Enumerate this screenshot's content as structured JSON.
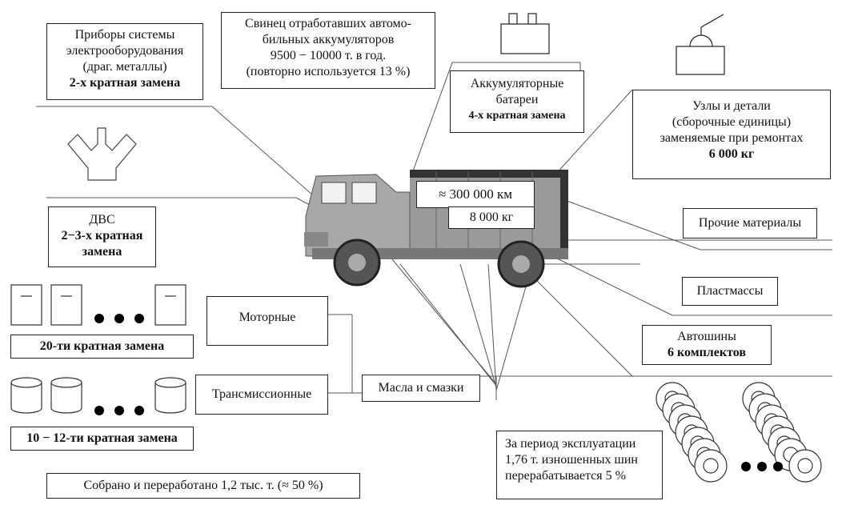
{
  "boxes": {
    "pribory": {
      "l1": "Приборы системы",
      "l2": "электрооборудования",
      "l3": "(драг. металлы)",
      "l4": "2-х кратная замена"
    },
    "svinec": {
      "l1": "Свинец отработавших автомо-",
      "l2": "бильных аккумуляторов",
      "l3": "9500 − 10000 т. в год.",
      "l4": "(повторно используется 13 %)"
    },
    "akkum": {
      "l1": "Аккумуляторные",
      "l2": "батареи",
      "l3": "4-х кратная замена"
    },
    "uzly": {
      "l1": "Узлы и детали",
      "l2": "(сборочные единицы)",
      "l3": "заменяемые при ремонтах",
      "l4": "6 000 кг"
    },
    "dvs": {
      "l1": "ДВС",
      "l2": "2−3-х кратная",
      "l3": "замена"
    },
    "probeg": "≈ 300 000 км",
    "massa": "8 000 кг",
    "prochie": "Прочие материалы",
    "plastmassy": "Пластмассы",
    "avtoshiny": {
      "l1": "Автошины",
      "l2": "6 комплектов"
    },
    "motornye": "Моторные",
    "transmission": "Трансмиссионные",
    "masla": "Масла и смазки",
    "filters": "20-ти кратная замена",
    "cylinders": "10 − 12-ти кратная замена",
    "sobrano": "Собрано и переработано 1,2 тыс. т. (≈ 50 %)",
    "shiny_period": {
      "l1": "За период эксплуатации",
      "l2": "1,76 т. изношенных шин",
      "l3": "перерабатывается 5 %"
    }
  },
  "icons": [
    "exhaust-manifold-icon",
    "battery-icon",
    "component-icon",
    "filter-icon",
    "cylinder-icon",
    "tire-stack-icon",
    "truck-icon"
  ]
}
